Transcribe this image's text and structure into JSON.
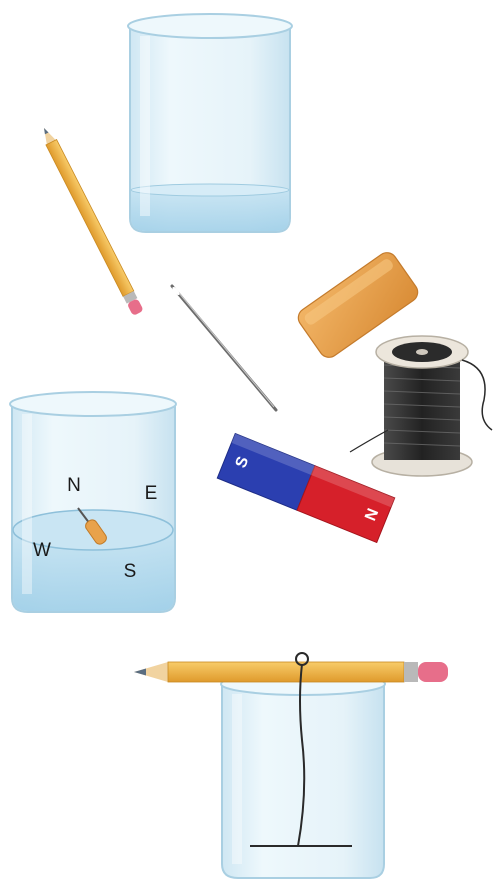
{
  "compass": {
    "north": "N",
    "east": "E",
    "south": "S",
    "west": "W"
  },
  "magnet": {
    "left_pole": "S",
    "right_pole": "N"
  },
  "colors": {
    "glass": "#dceef7",
    "water": "#b9dcef",
    "pencil": "#f1b247",
    "eraser": "#e8a04d",
    "magnet_blue": "#2b3fb0",
    "magnet_red": "#d6202a",
    "thread": "#2a2a2a"
  },
  "icons": [
    "beaker-icon",
    "pencil-icon",
    "needle-icon",
    "eraser-icon",
    "thread-spool-icon",
    "bar-magnet-icon"
  ]
}
